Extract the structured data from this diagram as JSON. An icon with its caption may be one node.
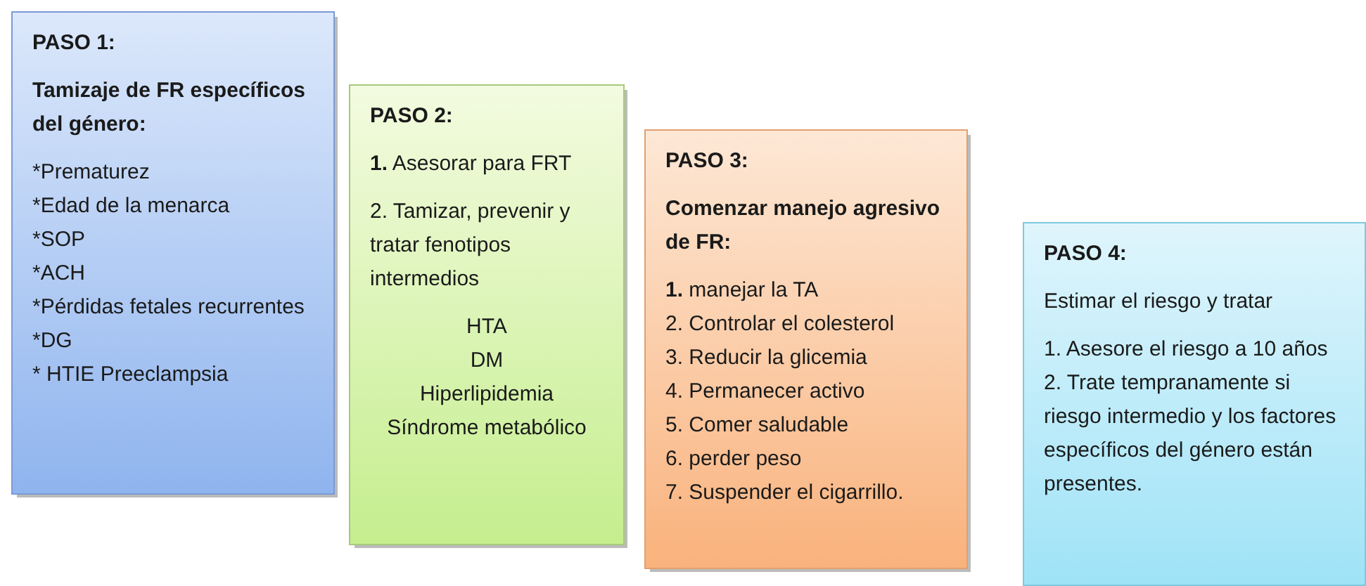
{
  "diagram": {
    "nodes": [
      {
        "text": [
          "PASO 1:",
          "Tamizaje de FR específicos del género:",
          "*Prematurez",
          "*Edad de la menarca",
          "*SOP",
          "*ACH",
          "*Pérdidas fetales recurrentes",
          "*DG",
          "* HTIE Preeclampsia"
        ]
      },
      {
        "text": [
          "PASO 2:",
          "**1.** Asesorar para FRT",
          "2. Tamizar, prevenir y tratar fenotipos intermedios",
          "HTA",
          "DM",
          "Hiperlipidemia",
          "Síndrome metabólico"
        ]
      },
      {
        "text": [
          "PASO 3:",
          "Comenzar manejo agresivo de FR:",
          "**1.** manejar la TA",
          "2. Controlar el colesterol",
          "3. Reducir la glicemia",
          "4. Permanecer activo",
          "5. Comer saludable",
          "6. perder peso",
          "7. Suspender el cigarrillo."
        ]
      },
      {
        "text": [
          "PASO 4:",
          "Estimar el riesgo y tratar",
          "1. Asesore el riesgo a 10 años",
          "2. Trate tempranamente si riesgo intermedio y los factores específicos del género están presentes."
        ]
      }
    ],
    "edges": []
  }
}
